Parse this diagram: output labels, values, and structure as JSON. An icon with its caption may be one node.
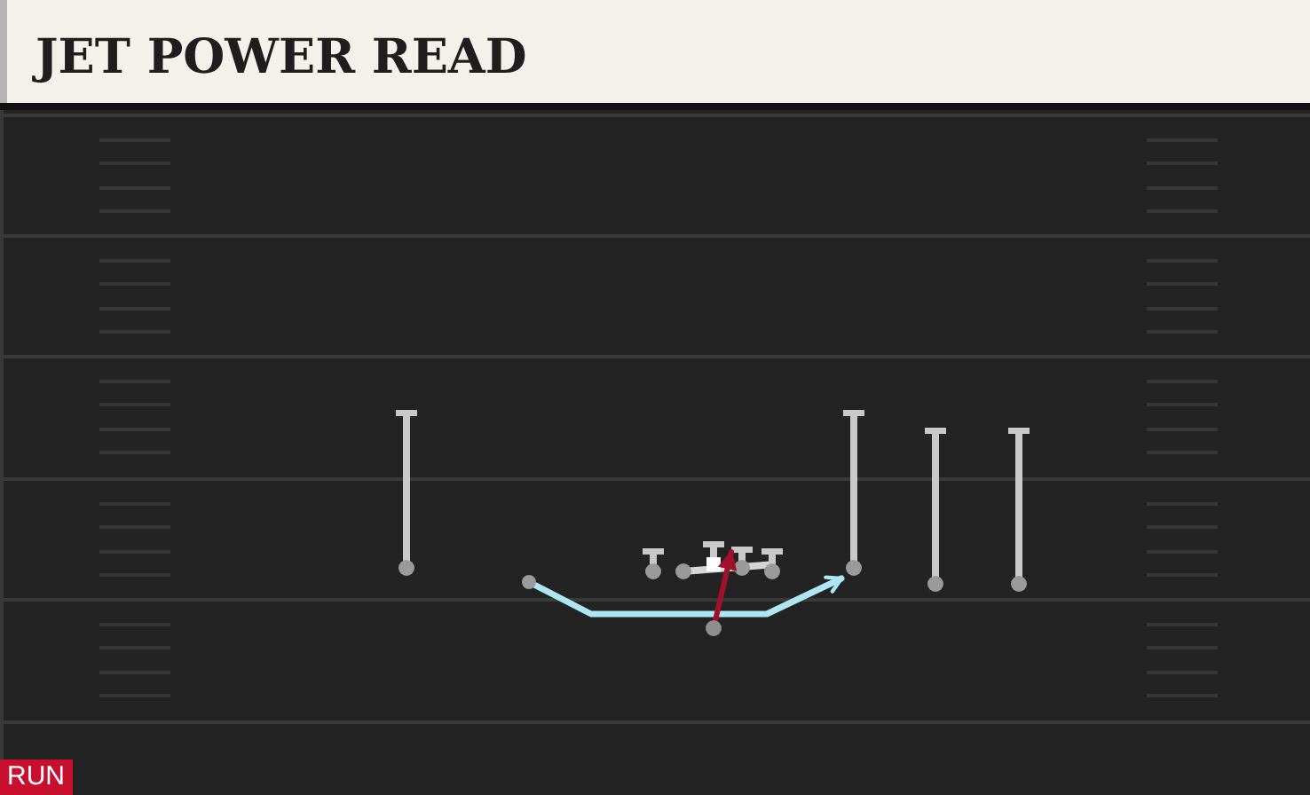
{
  "diagram": {
    "title": "JET POWER READ",
    "nodes": [
      {
        "text": [],
        "shape": "circle"
      },
      {
        "text": [],
        "shape": "circle"
      }
    ],
    "edges": [
      {
        "from": 0,
        "to": null,
        "arrow": "to",
        "color": "#aee6f4"
      },
      {
        "from": 1,
        "to": null,
        "arrow": "to",
        "color": "#a3102e"
      }
    ],
    "labels": [
      "RUN"
    ]
  }
}
